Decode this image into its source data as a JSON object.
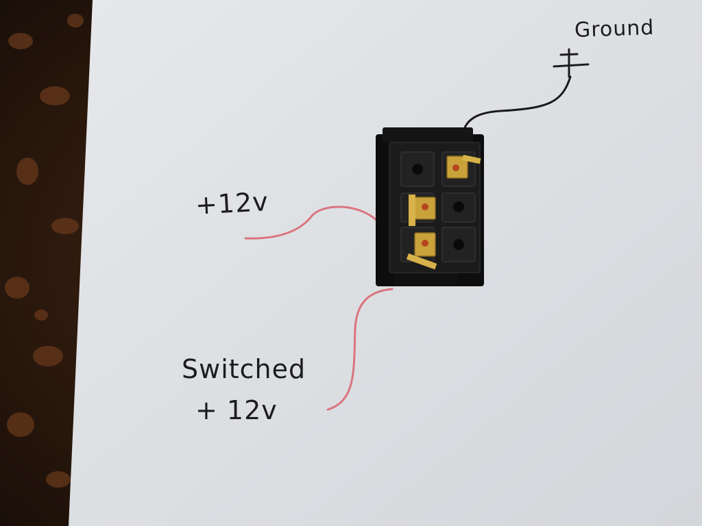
{
  "labels": {
    "ground": "Ground",
    "plus_12v": "+12v",
    "switched": "Switched",
    "switched_12v": "+ 12v"
  },
  "colors": {
    "paper": "#dde0e4",
    "granite": "#2a1a10",
    "switch_body": "#161616",
    "terminal_gold": "#c9a23c",
    "wire_red": "#d9626c",
    "wire_black": "#1a1a1a",
    "ink": "#1c1c1c"
  },
  "icons": {
    "ground_symbol": "ground-icon",
    "switch": "rocker-switch-icon"
  }
}
